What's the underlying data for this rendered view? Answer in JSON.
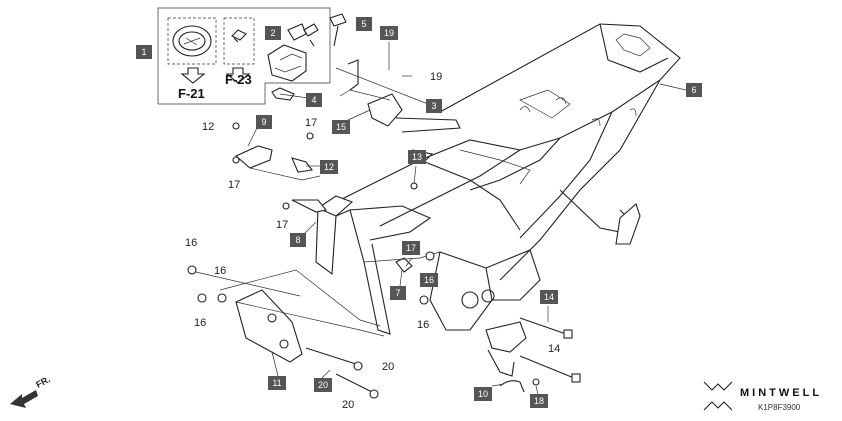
{
  "diagram": {
    "boxed_callouts": [
      {
        "id": "c1",
        "text": "1"
      },
      {
        "id": "c2",
        "text": "2"
      },
      {
        "id": "c3",
        "text": "3"
      },
      {
        "id": "c4",
        "text": "4"
      },
      {
        "id": "c5",
        "text": "5"
      },
      {
        "id": "c6",
        "text": "6"
      },
      {
        "id": "c7",
        "text": "7"
      },
      {
        "id": "c8",
        "text": "8"
      },
      {
        "id": "c9",
        "text": "9"
      },
      {
        "id": "c10",
        "text": "10"
      },
      {
        "id": "c11",
        "text": "11"
      },
      {
        "id": "c12",
        "text": "12"
      },
      {
        "id": "c13",
        "text": "13"
      },
      {
        "id": "c14",
        "text": "14"
      },
      {
        "id": "c15",
        "text": "15"
      },
      {
        "id": "c16",
        "text": "16"
      },
      {
        "id": "c17",
        "text": "17"
      },
      {
        "id": "c18",
        "text": "18"
      },
      {
        "id": "c19",
        "text": "19"
      },
      {
        "id": "c20",
        "text": "20"
      }
    ],
    "plain_callouts": [
      {
        "id": "p19",
        "text": "19"
      },
      {
        "id": "p12",
        "text": "12"
      },
      {
        "id": "p17a",
        "text": "17"
      },
      {
        "id": "p17b",
        "text": "17"
      },
      {
        "id": "p17c",
        "text": "17"
      },
      {
        "id": "p16a",
        "text": "16"
      },
      {
        "id": "p16b",
        "text": "16"
      },
      {
        "id": "p16c",
        "text": "16"
      },
      {
        "id": "p16d",
        "text": "16"
      },
      {
        "id": "p14",
        "text": "14"
      },
      {
        "id": "p20a",
        "text": "20"
      },
      {
        "id": "p20b",
        "text": "20"
      }
    ],
    "section_refs": [
      {
        "id": "ref1",
        "text": "F-21"
      },
      {
        "id": "ref2",
        "text": "F-23"
      }
    ],
    "direction_label": "FR.",
    "brand_name": "MINTWELL",
    "diagram_code": "K1P8F3900"
  }
}
